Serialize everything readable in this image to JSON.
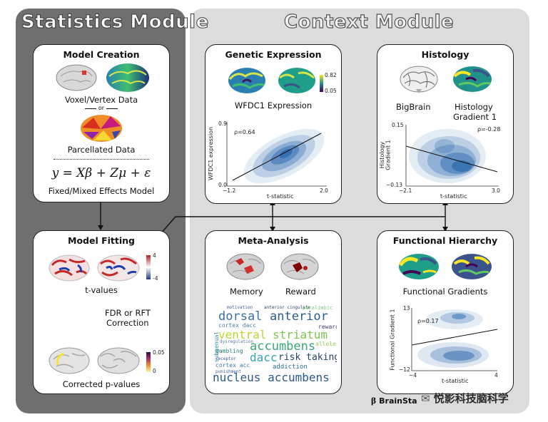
{
  "modules": {
    "statistics": "Statistics Module",
    "context": "Context Module"
  },
  "model_creation": {
    "title": "Model Creation",
    "voxel_label": "Voxel/Vertex Data",
    "or_label": "or",
    "parcellated_label": "Parcellated Data",
    "equation": "y = Xβ + Zμ + ε",
    "model_label": "Fixed/Mixed Effects Model"
  },
  "model_fitting": {
    "title": "Model Fitting",
    "tvalues_label": "t-values",
    "cbar_top": "4",
    "cbar_bottom": "-4",
    "correction_line1": "FDR or RFT",
    "correction_line2": "Correction",
    "pvalues_label": "Corrected p-values",
    "pbar_top": "0.05",
    "pbar_bottom": "0"
  },
  "genetic": {
    "title": "Genetic Expression",
    "cbar_top": "0.82",
    "cbar_bottom": "0.05",
    "map_label": "WFDC1 Expression",
    "ylabel": "WFDC1 expression",
    "xlabel": "t-statistic",
    "ytick_top": "0.9",
    "ytick_bottom": "0.0",
    "xtick_left": "−1.2",
    "xtick_right": "2.0",
    "rho": "ρ=0.64"
  },
  "histology": {
    "title": "Histology",
    "bigbrain_label": "BigBrain",
    "gradient_label_1": "Histology",
    "gradient_label_2": "Gradient 1",
    "ylabel_1": "Histology",
    "ylabel_2": "Gradient 1",
    "xlabel": "t-statistic",
    "ytick_top": "0.15",
    "ytick_bottom": "−0.13",
    "xtick_left": "−2.1",
    "xtick_right": "3.0",
    "rho": "ρ=-0.28"
  },
  "meta": {
    "title": "Meta-Analysis",
    "memory_label": "Memory",
    "reward_label": "Reward",
    "words": {
      "dorsal": "dorsal",
      "anterior": "anterior",
      "ventral": "ventral",
      "striatum": "striatum",
      "accumbens": "accumbens",
      "dacc": "dacc",
      "risk_taking": "risk taking",
      "nucleus_accumbens": "nucleus accumbens",
      "cortex_dacc": "cortex dacc",
      "subgenual": "subgenual",
      "gambling": "gambling",
      "addiction": "addiction",
      "reward": "reward",
      "allele": "allele",
      "motivation": "motivation",
      "anterior_cingulate": "anterior cingulate",
      "paralimbic": "paralimbic",
      "cortex_acc": "cortex acc",
      "receptor": "receptor",
      "punishment": "punishment",
      "dysregulation": "dysregulation"
    }
  },
  "functional": {
    "title": "Functional Hierarchy",
    "gradient_label": "Functional Gradients",
    "ylabel": "Functional Gradient 1",
    "xlabel": "t-statistic",
    "ytick_top": "13",
    "ytick_bottom": "−12",
    "xtick_left": "−4",
    "xtick_right": "4",
    "rho": "ρ=0.17"
  },
  "footer": {
    "logo_text": "BrainSta",
    "watermark": "悦影科技脑科学"
  },
  "colors": {
    "stat_panel": "#6f6f6f",
    "ctx_panel": "#dcdcdc",
    "kde_blue": "#1f5fa8"
  }
}
